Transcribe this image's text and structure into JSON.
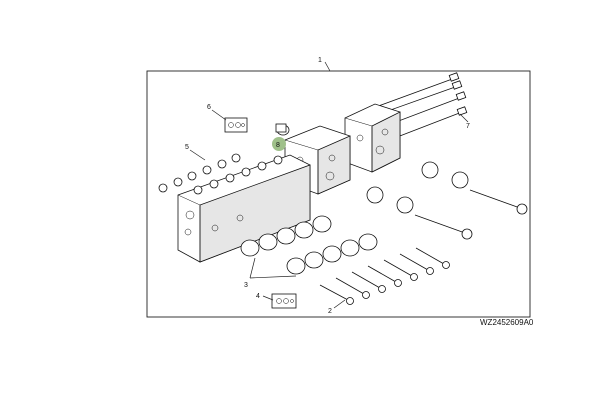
{
  "diagram": {
    "drawing_code": "WZ2452609A0",
    "highlight_color": "#9fc08a",
    "callouts": [
      {
        "id": "1",
        "label": "1"
      },
      {
        "id": "2",
        "label": "2"
      },
      {
        "id": "3",
        "label": "3"
      },
      {
        "id": "4",
        "label": "4"
      },
      {
        "id": "5",
        "label": "5"
      },
      {
        "id": "6",
        "label": "6"
      },
      {
        "id": "7",
        "label": "7"
      },
      {
        "id": "8",
        "label": "8"
      }
    ]
  }
}
